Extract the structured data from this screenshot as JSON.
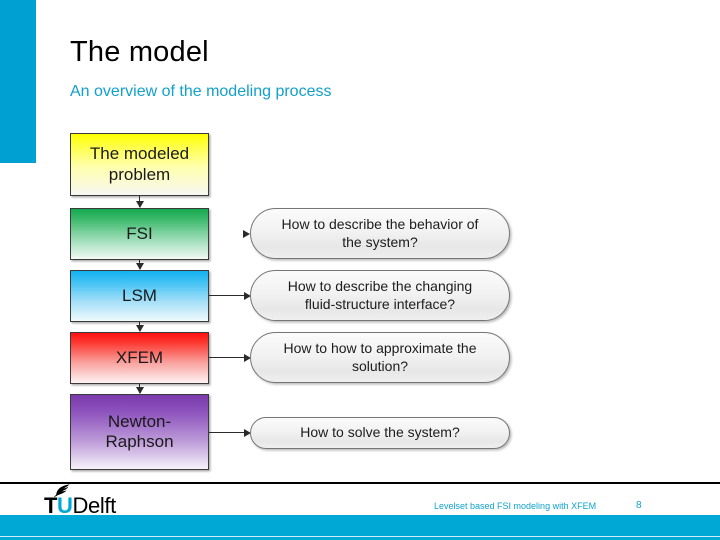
{
  "slide": {
    "title": "The model",
    "subtitle": "An overview of the modeling process",
    "accent_color": "#00a0d2",
    "subtitle_color": "#12a0cc"
  },
  "diagram": {
    "stages": [
      {
        "id": "problem",
        "label": "The modeled problem",
        "color": "#ffff00"
      },
      {
        "id": "fsi",
        "label": "FSI",
        "color": "#16a94f"
      },
      {
        "id": "lsm",
        "label": "LSM",
        "color": "#12b0ef"
      },
      {
        "id": "xfem",
        "label": "XFEM",
        "color": "#ff1111"
      },
      {
        "id": "newton",
        "label": "Newton-Raphson",
        "color": "#7a3aac"
      }
    ],
    "callouts": [
      {
        "id": "behavior",
        "text": "How to describe the behavior of the system?"
      },
      {
        "id": "interface",
        "text": "How to describe the changing fluid-structure interface?"
      },
      {
        "id": "approx",
        "text": "How to how to approximate the solution?"
      },
      {
        "id": "solve",
        "text": "How to solve the system?"
      }
    ]
  },
  "footer": {
    "logo": {
      "t": "T",
      "u": "U",
      "delft": "Delft",
      "flame_icon": "flame-icon"
    },
    "text": "Levelset based FSI modeling with XFEM",
    "page_number": "8",
    "color": "#0fa3cf",
    "bar_color": "#00a8d5"
  }
}
